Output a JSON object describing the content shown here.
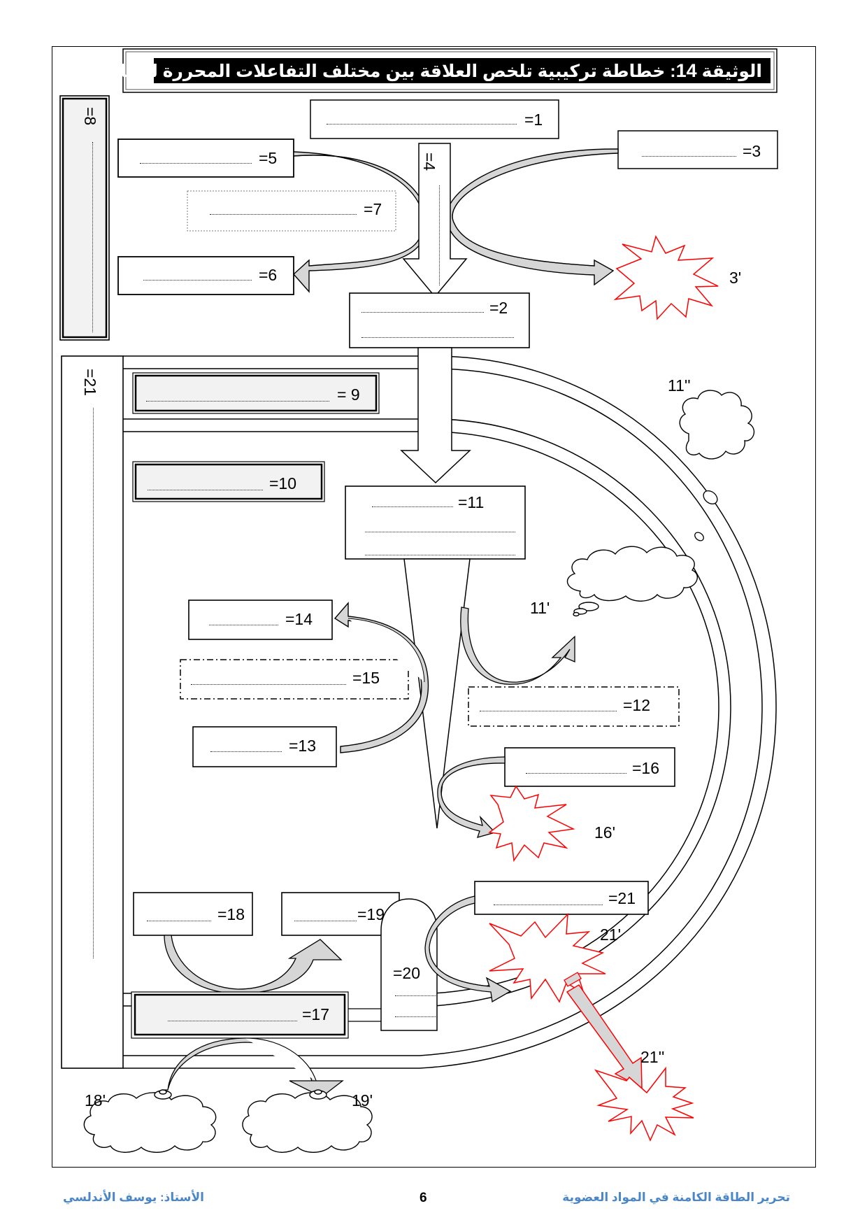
{
  "document": {
    "title_prefix": "الوثيقة",
    "title_number": "14",
    "title_text": ": خطاطة تركيبية تلخص العلاقة بين مختلف التفاعلات المحررة للطاقة."
  },
  "labels": {
    "l1": "=1",
    "l2": "=2",
    "l3": "=3",
    "l3p": "3'",
    "l4": "=4",
    "l5": "=5",
    "l6": "=6",
    "l7": "=7",
    "l8": "=8",
    "l9": "= 9",
    "l10": "=10",
    "l11": "=11",
    "l11p": "11'",
    "l11pp": "11''",
    "l12": "=12",
    "l13": "=13",
    "l14": "=14",
    "l15": "=15",
    "l16": "=16",
    "l16p": "16'",
    "l17": "=17",
    "l18": "=18",
    "l18p": "18'",
    "l19": "=19",
    "l19p": "19'",
    "l20": "=20",
    "l21": "=21",
    "l21side": "=21",
    "l21p": "21'",
    "l21pp": "21''"
  },
  "footer": {
    "right": "تحرير الطاقة الكامنة في المواد العضوية",
    "page": "6",
    "left": "الأستاذ: يوسف الأندلسي"
  },
  "colors": {
    "explosion": "#ff0000",
    "arrow_fill": "#d6d6d6",
    "box_fill": "#f2f2f2",
    "footer_blue": "#4a86c8"
  }
}
